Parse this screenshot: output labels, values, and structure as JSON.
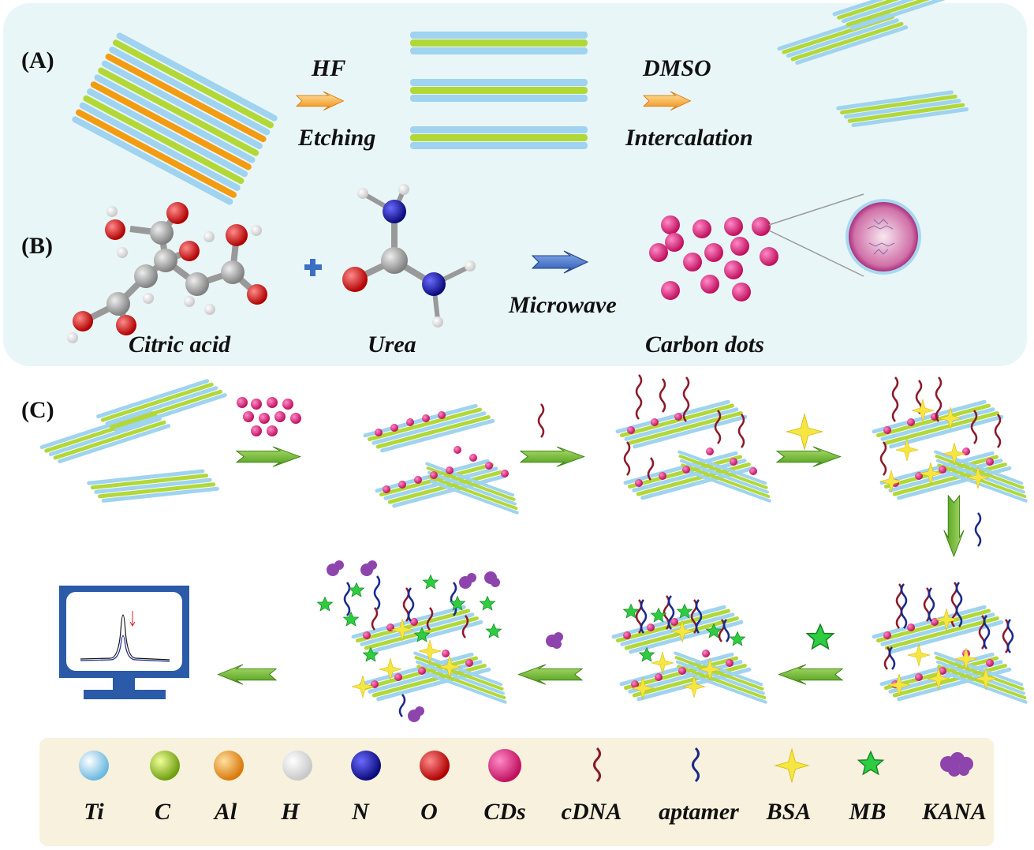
{
  "panels": {
    "a_label": "(A)",
    "b_label": "(B)",
    "c_label": "(C)"
  },
  "panel_a": {
    "step1_top": "HF",
    "step1_bottom": "Etching",
    "step2_top": "DMSO",
    "step2_bottom": "Intercalation"
  },
  "panel_b": {
    "reactant1": "Citric acid",
    "reactant2": "Urea",
    "condition": "Microwave",
    "product": "Carbon dots"
  },
  "legend": {
    "items": [
      {
        "label": "Ti",
        "icon": "ti-sphere-icon",
        "color": "#a8d8f0"
      },
      {
        "label": "C",
        "icon": "c-sphere-icon",
        "color": "#9acd32"
      },
      {
        "label": "Al",
        "icon": "al-sphere-icon",
        "color": "#f39c12"
      },
      {
        "label": "H",
        "icon": "h-sphere-icon",
        "color": "#ffffff"
      },
      {
        "label": "N",
        "icon": "n-sphere-icon",
        "color": "#1a1aa8"
      },
      {
        "label": "O",
        "icon": "o-sphere-icon",
        "color": "#e02020"
      },
      {
        "label": "CDs",
        "icon": "cds-sphere-icon",
        "color": "#e0207a"
      },
      {
        "label": "cDNA",
        "icon": "cdna-strand-icon",
        "color": "#8b1a2a"
      },
      {
        "label": "aptamer",
        "icon": "aptamer-strand-icon",
        "color": "#1a2a8b"
      },
      {
        "label": "BSA",
        "icon": "bsa-star-icon",
        "color": "#f5e642"
      },
      {
        "label": "MB",
        "icon": "mb-star-icon",
        "color": "#2ecc40"
      },
      {
        "label": "KANA",
        "icon": "kana-blob-icon",
        "color": "#8e44ad"
      }
    ]
  },
  "colors": {
    "panel_bg": "#e9f6f7",
    "legend_bg": "#f7f1dd",
    "arrow_orange": "#f5a623",
    "arrow_blue": "#3a6fc4",
    "arrow_green": "#6ab42d",
    "monitor_blue": "#2a5aa8"
  }
}
